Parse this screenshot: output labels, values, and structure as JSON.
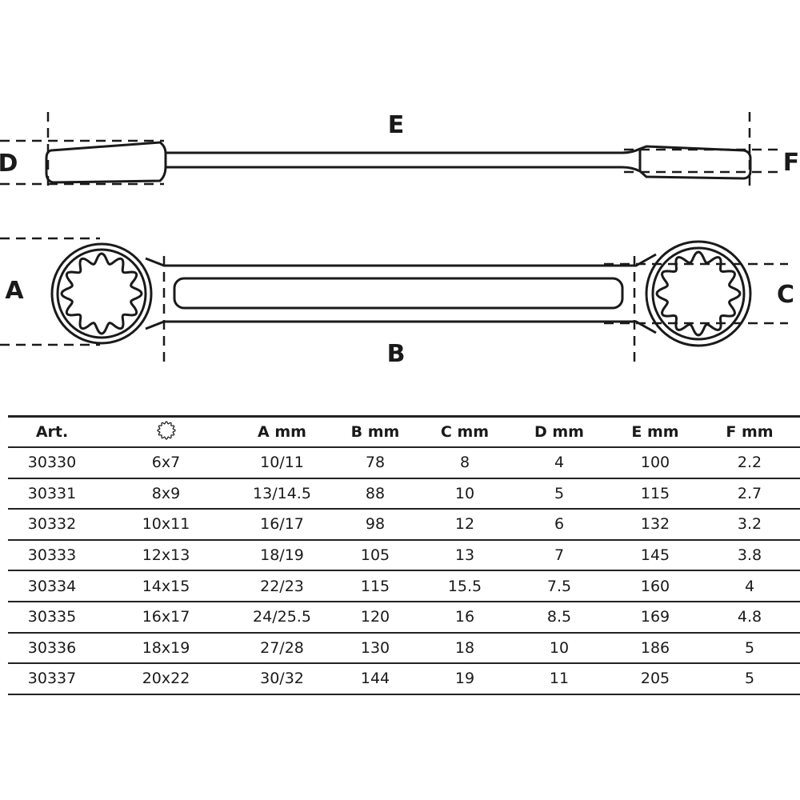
{
  "dimension_labels": {
    "A": "A",
    "B": "B",
    "C": "C",
    "D": "D",
    "E": "E",
    "F": "F"
  },
  "table": {
    "headers": [
      "Art.",
      "12-point-icon",
      "A  mm",
      "B  mm",
      "C  mm",
      "D  mm",
      "E  mm",
      "F  mm"
    ],
    "rows": [
      [
        "30330",
        "6x7",
        "10/11",
        "78",
        "8",
        "4",
        "100",
        "2.2"
      ],
      [
        "30331",
        "8x9",
        "13/14.5",
        "88",
        "10",
        "5",
        "115",
        "2.7"
      ],
      [
        "30332",
        "10x11",
        "16/17",
        "98",
        "12",
        "6",
        "132",
        "3.2"
      ],
      [
        "30333",
        "12x13",
        "18/19",
        "105",
        "13",
        "7",
        "145",
        "3.8"
      ],
      [
        "30334",
        "14x15",
        "22/23",
        "115",
        "15.5",
        "7.5",
        "160",
        "4"
      ],
      [
        "30335",
        "16x17",
        "24/25.5",
        "120",
        "16",
        "8.5",
        "169",
        "4.8"
      ],
      [
        "30336",
        "18x19",
        "27/28",
        "130",
        "18",
        "10",
        "186",
        "5"
      ],
      [
        "30337",
        "20x22",
        "30/32",
        "144",
        "19",
        "11",
        "205",
        "5"
      ]
    ]
  }
}
